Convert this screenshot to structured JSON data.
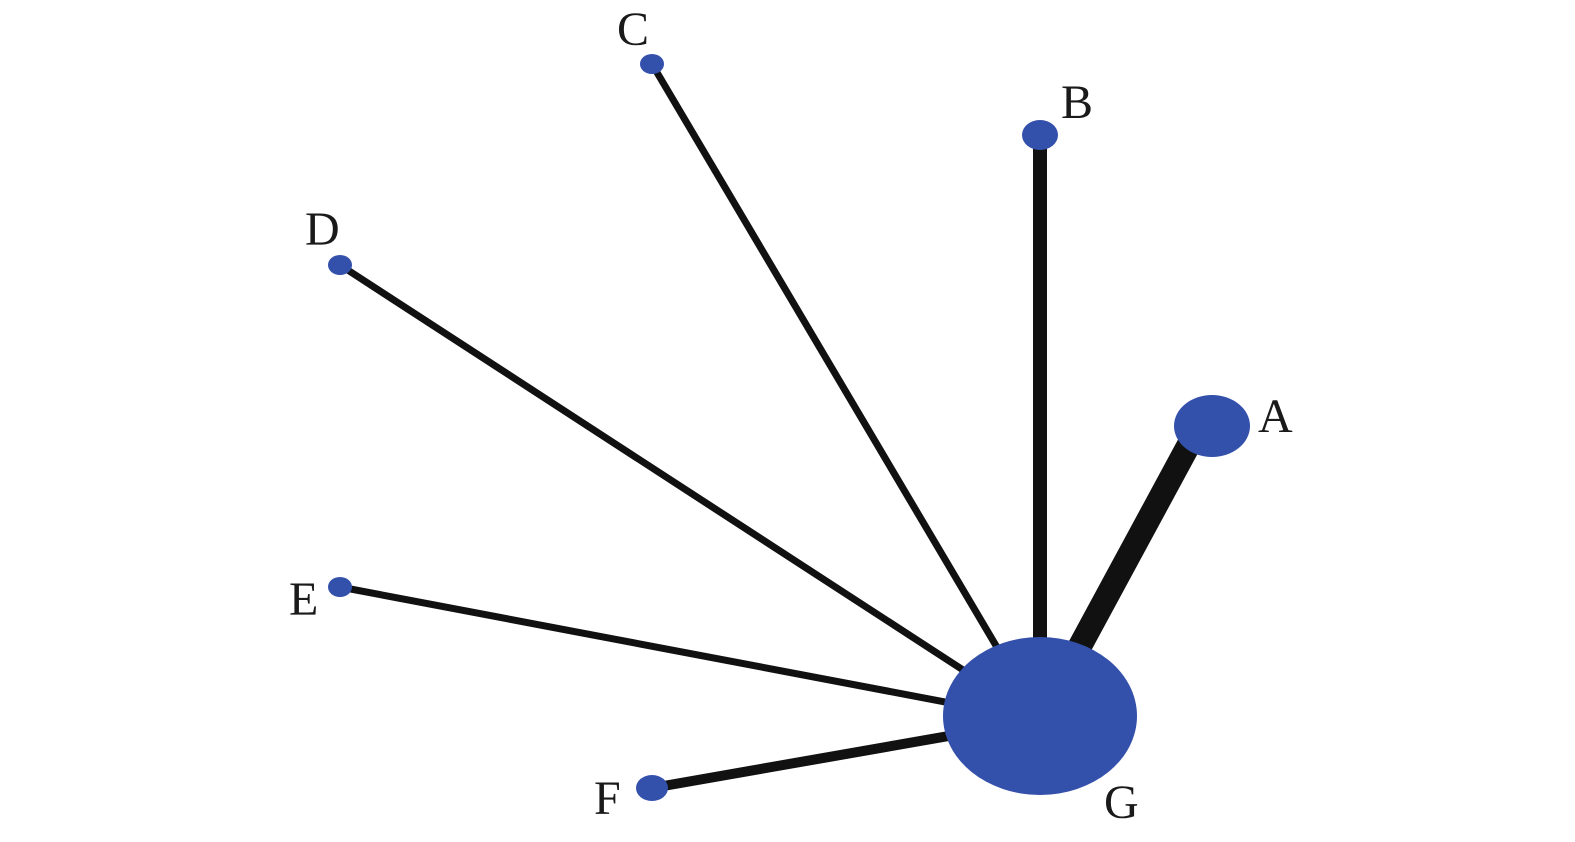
{
  "diagram": {
    "type": "network",
    "colors": {
      "node": "#3350ab",
      "edge": "#111111",
      "label": "#1a1a1a"
    },
    "nodes": [
      {
        "id": "A",
        "label": "A"
      },
      {
        "id": "B",
        "label": "B"
      },
      {
        "id": "C",
        "label": "C"
      },
      {
        "id": "D",
        "label": "D"
      },
      {
        "id": "E",
        "label": "E"
      },
      {
        "id": "F",
        "label": "F"
      },
      {
        "id": "G",
        "label": "G"
      }
    ],
    "edges": [
      {
        "from": "G",
        "to": "A"
      },
      {
        "from": "G",
        "to": "B"
      },
      {
        "from": "G",
        "to": "C"
      },
      {
        "from": "G",
        "to": "D"
      },
      {
        "from": "G",
        "to": "E"
      },
      {
        "from": "G",
        "to": "F"
      }
    ]
  }
}
